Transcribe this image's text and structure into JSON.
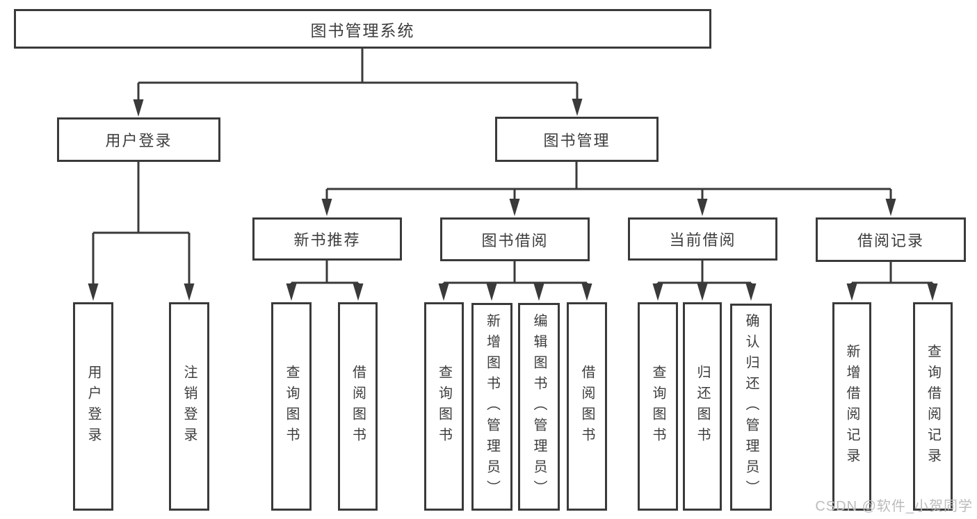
{
  "diagram": {
    "root": {
      "label": "图书管理系统"
    },
    "level2": [
      {
        "label": "用户登录"
      },
      {
        "label": "图书管理"
      }
    ],
    "level3": [
      {
        "label": "新书推荐"
      },
      {
        "label": "图书借阅"
      },
      {
        "label": "当前借阅"
      },
      {
        "label": "借阅记录"
      }
    ],
    "leaves": {
      "user_login": [
        "用户登录",
        "注销登录"
      ],
      "new_book": [
        "查询图书",
        "借阅图书"
      ],
      "book_borrow": [
        "查询图书",
        "新增图书（管理员）",
        "编辑图书（管理员）",
        "借阅图书"
      ],
      "current_borrow": [
        "查询图书",
        "归还图书",
        "确认归还（管理员）"
      ],
      "borrow_record": [
        "新增借阅记录",
        "查询借阅记录"
      ]
    }
  },
  "watermark": "CSDN @软件_小贺同学",
  "colors": {
    "line": "#3a3a3a",
    "text": "#3d3d3d",
    "watermark": "#bcbcbc",
    "background": "#ffffff"
  }
}
